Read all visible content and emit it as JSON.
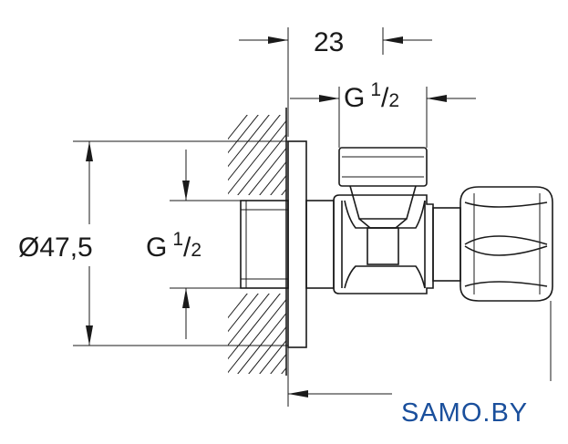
{
  "dimensions": {
    "top_width": {
      "value": "23"
    },
    "top_thread": {
      "letter": "G",
      "num": "1",
      "den": "2"
    },
    "diameter": {
      "value": "Ø47,5"
    },
    "left_thread": {
      "letter": "G",
      "num": "1",
      "den": "2"
    }
  },
  "watermark": {
    "text": "SAMO.BY",
    "color": "#1a4f9c"
  },
  "colors": {
    "line": "#1a1a1a",
    "background": "#ffffff"
  }
}
